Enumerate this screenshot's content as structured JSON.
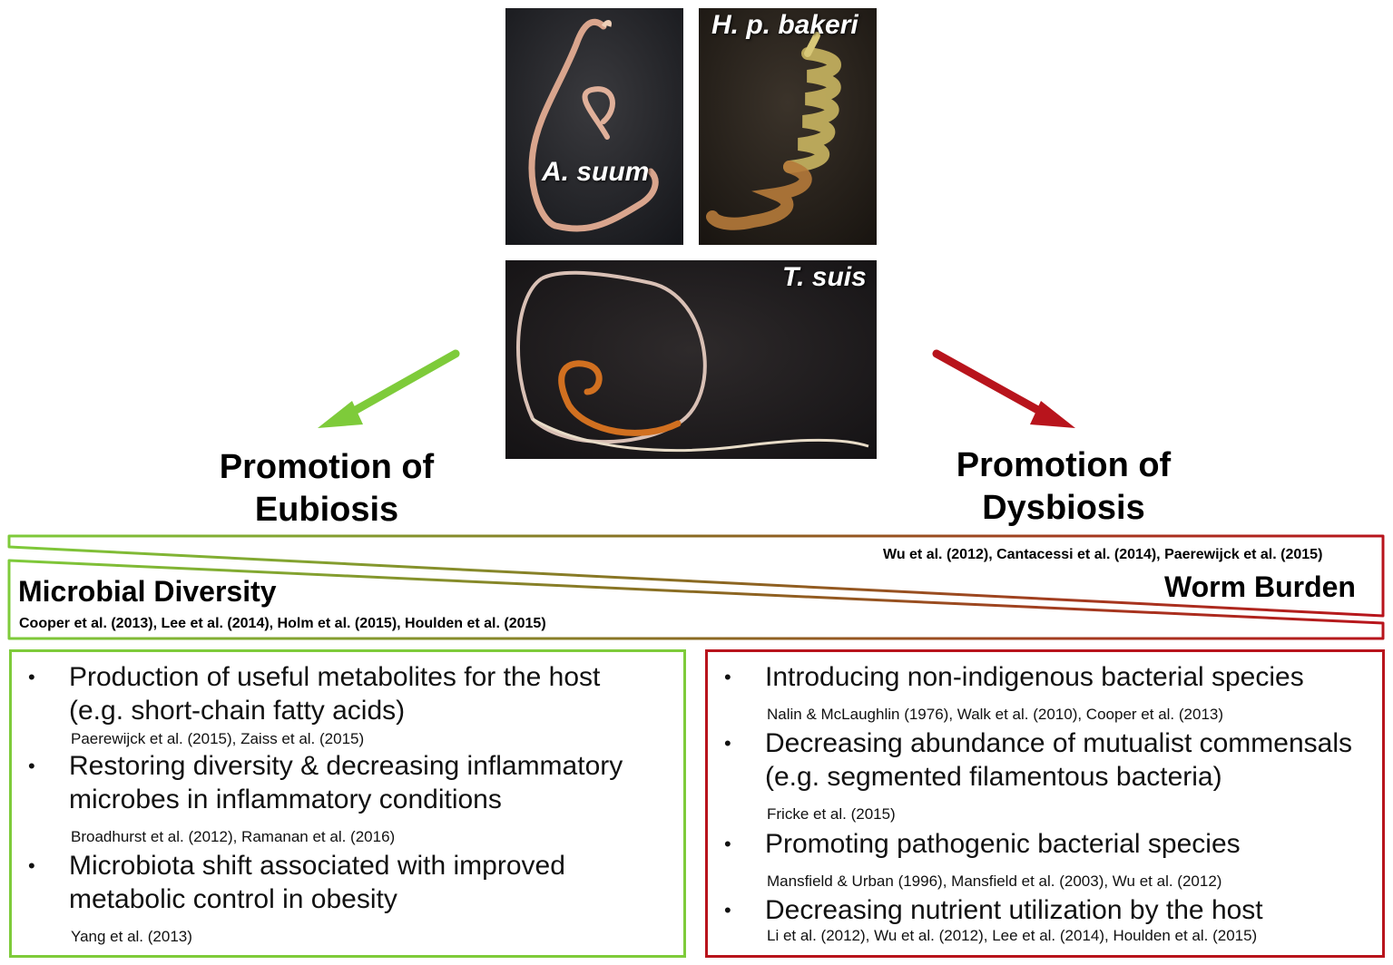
{
  "photos": {
    "a_suum": "A. suum",
    "hp_bakeri": "H. p. bakeri",
    "t_suis": "T. suis"
  },
  "left_heading": [
    "Promotion of",
    "Eubiosis"
  ],
  "right_heading": [
    "Promotion of",
    "Dysbiosis"
  ],
  "gradient": {
    "left_label": "Microbial Diversity",
    "left_refs": "Cooper et al. (2013), Lee et al. (2014),  Holm et al. (2015), Houlden et al. (2015)",
    "right_label": "Worm Burden",
    "right_refs": "Wu et al. (2012), Cantacessi et al. (2014), Paerewijck et al. (2015)"
  },
  "left_items": [
    {
      "text": [
        "Production of useful metabolites for the host",
        "(e.g. short-chain fatty acids)"
      ],
      "cite": "Paerewijck et al. (2015), Zaiss et al. (2015)"
    },
    {
      "text": [
        "Restoring diversity & decreasing inflammatory",
        "microbes in inflammatory conditions"
      ],
      "cite": "Broadhurst et al. (2012), Ramanan et al. (2016)"
    },
    {
      "text": [
        "Microbiota shift associated with improved",
        "metabolic control in obesity"
      ],
      "cite": "Yang et al. (2013)"
    }
  ],
  "right_items": [
    {
      "text": [
        "Introducing non-indigenous bacterial species"
      ],
      "cite": "Nalin & McLaughlin (1976), Walk et al. (2010), Cooper et al. (2013)"
    },
    {
      "text": [
        "Decreasing abundance of mutualist commensals",
        "(e.g. segmented filamentous bacteria)"
      ],
      "cite": "Fricke et al. (2015)"
    },
    {
      "text": [
        "Promoting pathogenic bacterial species"
      ],
      "cite": "Mansfield & Urban (1996), Mansfield et al. (2003), Wu et al. (2012)"
    },
    {
      "text": [
        "Decreasing nutrient utilization by the host"
      ],
      "cite": "Li et al. (2012), Wu et al. (2012), Lee et al. (2014), Houlden et al. (2015)"
    }
  ],
  "bullet_glyph": "•",
  "colors": {
    "green": "#7ecb3a",
    "red": "#b8141c",
    "photo_bg": "#2a2624"
  }
}
